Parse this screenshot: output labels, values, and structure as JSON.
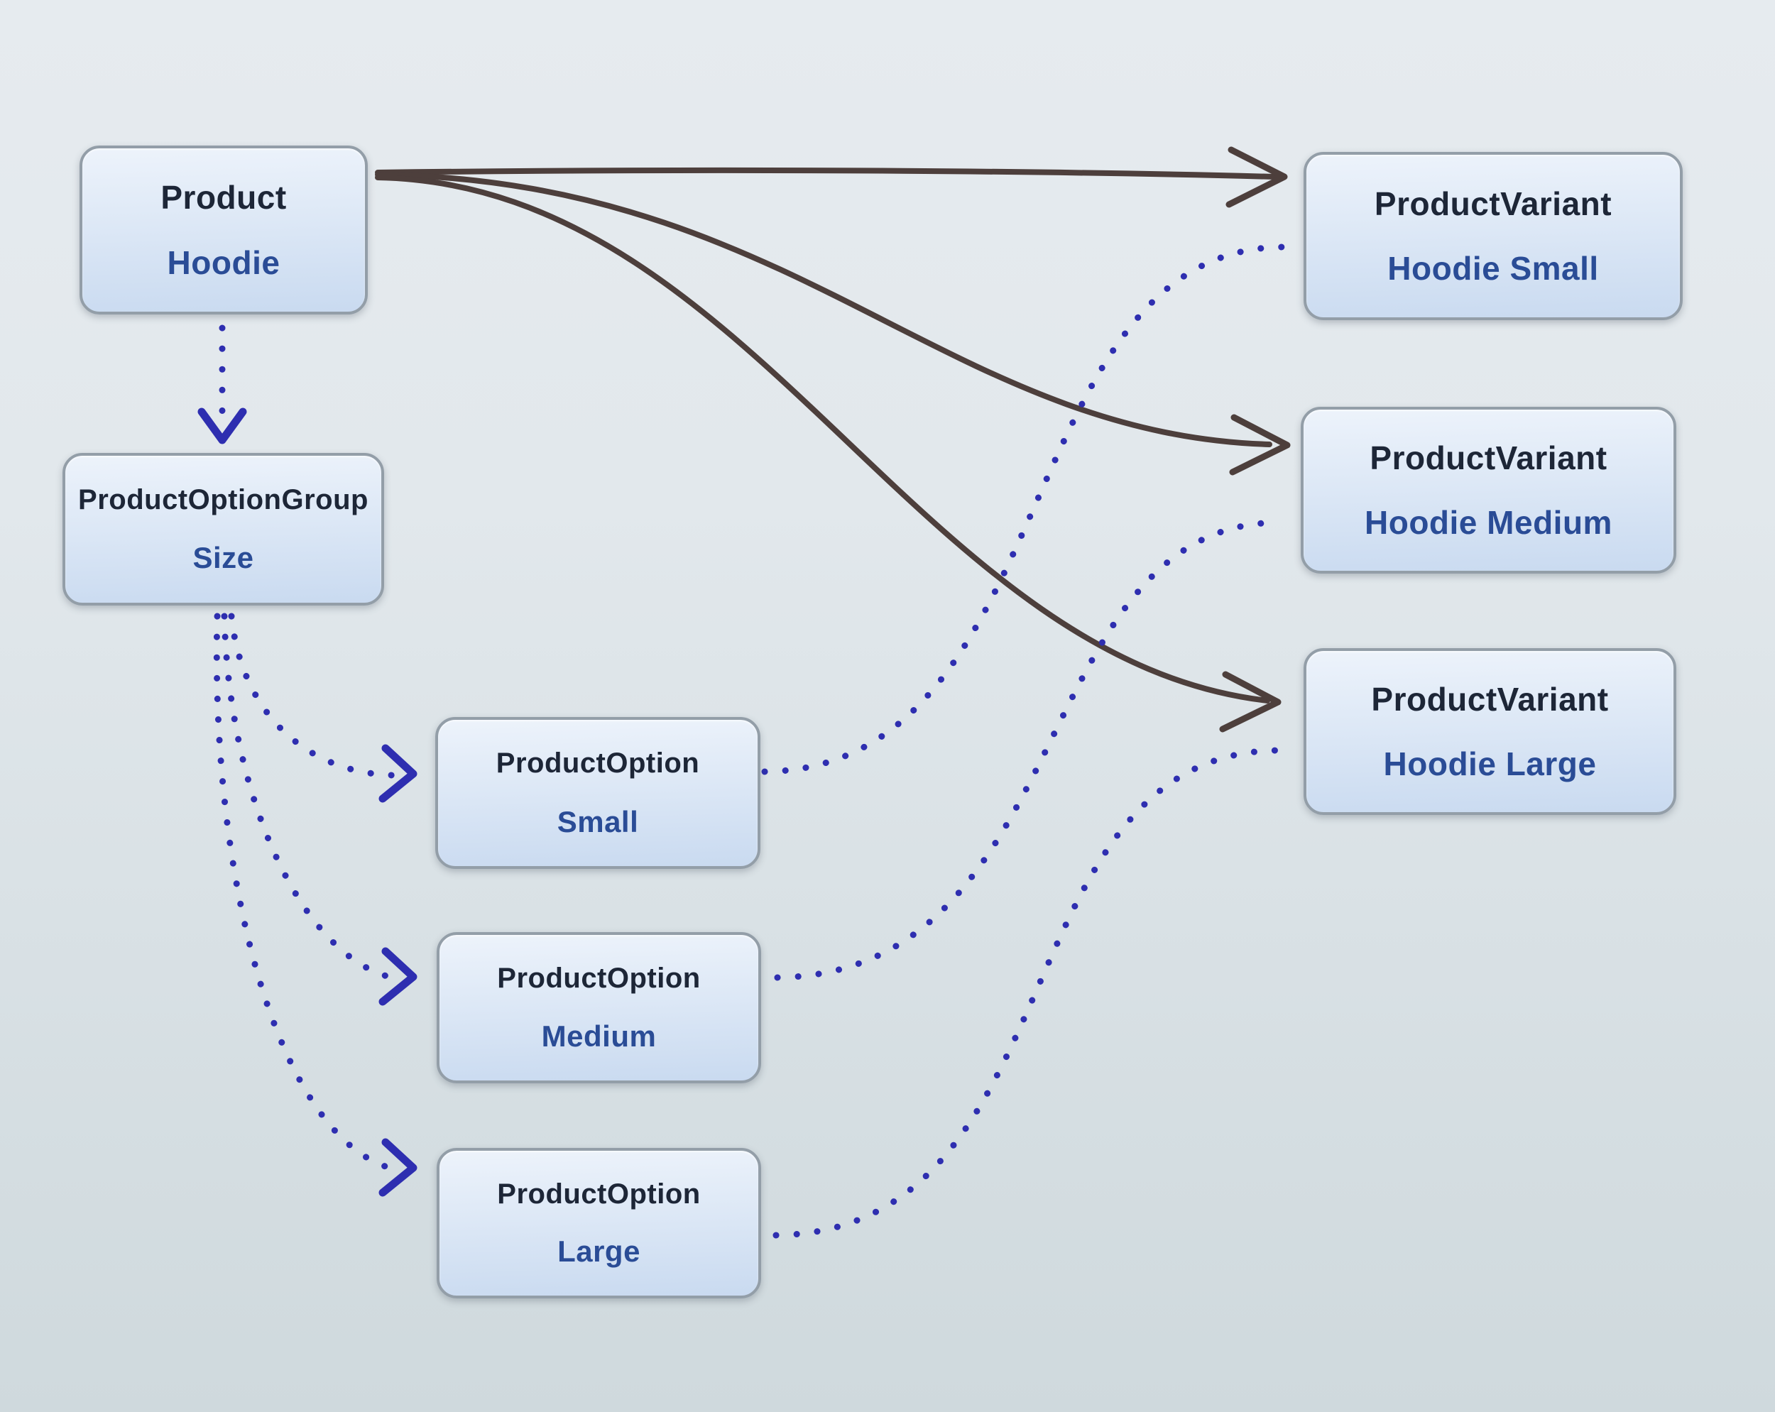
{
  "diagram": {
    "nodes": {
      "product": {
        "type": "Product",
        "label": "Hoodie"
      },
      "option_group": {
        "type": "ProductOptionGroup",
        "label": "Size"
      },
      "option_small": {
        "type": "ProductOption",
        "label": "Small"
      },
      "option_medium": {
        "type": "ProductOption",
        "label": "Medium"
      },
      "option_large": {
        "type": "ProductOption",
        "label": "Large"
      },
      "variant_small": {
        "type": "ProductVariant",
        "label": "Hoodie Small"
      },
      "variant_medium": {
        "type": "ProductVariant",
        "label": "Hoodie Medium"
      },
      "variant_large": {
        "type": "ProductVariant",
        "label": "Hoodie Large"
      }
    },
    "edges": [
      {
        "from": "Product (Hoodie)",
        "to": "ProductVariant (Hoodie Small)",
        "style": "solid-arrow"
      },
      {
        "from": "Product (Hoodie)",
        "to": "ProductVariant (Hoodie Medium)",
        "style": "solid-arrow"
      },
      {
        "from": "Product (Hoodie)",
        "to": "ProductVariant (Hoodie Large)",
        "style": "solid-arrow"
      },
      {
        "from": "Product (Hoodie)",
        "to": "ProductOptionGroup (Size)",
        "style": "dotted-arrow"
      },
      {
        "from": "ProductOptionGroup (Size)",
        "to": "ProductOption (Small)",
        "style": "dotted-arrow"
      },
      {
        "from": "ProductOptionGroup (Size)",
        "to": "ProductOption (Medium)",
        "style": "dotted-arrow"
      },
      {
        "from": "ProductOptionGroup (Size)",
        "to": "ProductOption (Large)",
        "style": "dotted-arrow"
      },
      {
        "from": "ProductOption (Small)",
        "to": "ProductVariant (Hoodie Small)",
        "style": "dotted"
      },
      {
        "from": "ProductOption (Medium)",
        "to": "ProductVariant (Hoodie Medium)",
        "style": "dotted"
      },
      {
        "from": "ProductOption (Large)",
        "to": "ProductVariant (Hoodie Large)",
        "style": "dotted"
      }
    ],
    "colors": {
      "background_top": "#e6ebef",
      "background_bottom": "#cfd9dd",
      "node_fill_top": "#edf3fb",
      "node_fill_bottom": "#c9daf0",
      "node_border": "#939ea8",
      "node_type_text": "#1d2637",
      "node_label_text": "#2a4c96",
      "solid_edge": "#4d3f3c",
      "dotted_edge": "#2e2eb0"
    }
  }
}
